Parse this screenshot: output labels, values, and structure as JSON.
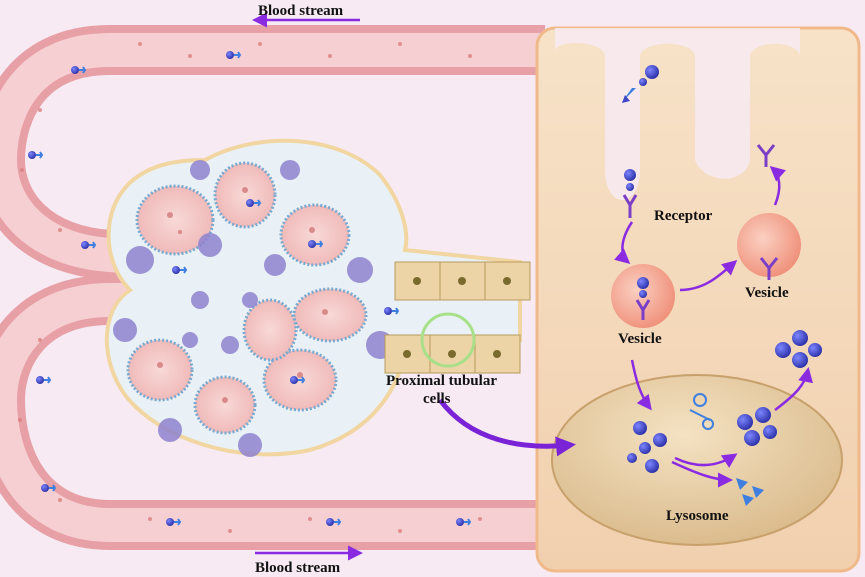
{
  "labels": {
    "blood_stream_top": "Blood stream",
    "blood_stream_bottom": "Blood stream",
    "receptor": "Receptor",
    "vesicle_left": "Vesicle",
    "vesicle_right": "Vesicle",
    "proximal_line1": "Proximal tubular",
    "proximal_line2": "cells",
    "lysosome": "Lysosome"
  },
  "colors": {
    "background": "#f7eaf2",
    "vessel_fill": "#e7a7aa",
    "vessel_wall": "#f3c6c6",
    "cell_fill": "#f5dcc0",
    "cell_outline": "#f0b98a",
    "vesicle_fill": "#f29a86",
    "lysosome_fill": "#e8cfa5",
    "arrow_purple": "#8a2be2",
    "molecule_blue": "#3f47c6",
    "podocyte_purple": "#7f73c4",
    "capillary_pink": "#f1c0c0",
    "highlight_green": "#a8e08a"
  },
  "icons": [
    "receptor-icon",
    "protein-molecule-icon",
    "enzyme-scissor-icon",
    "red-blood-cell-icon"
  ]
}
